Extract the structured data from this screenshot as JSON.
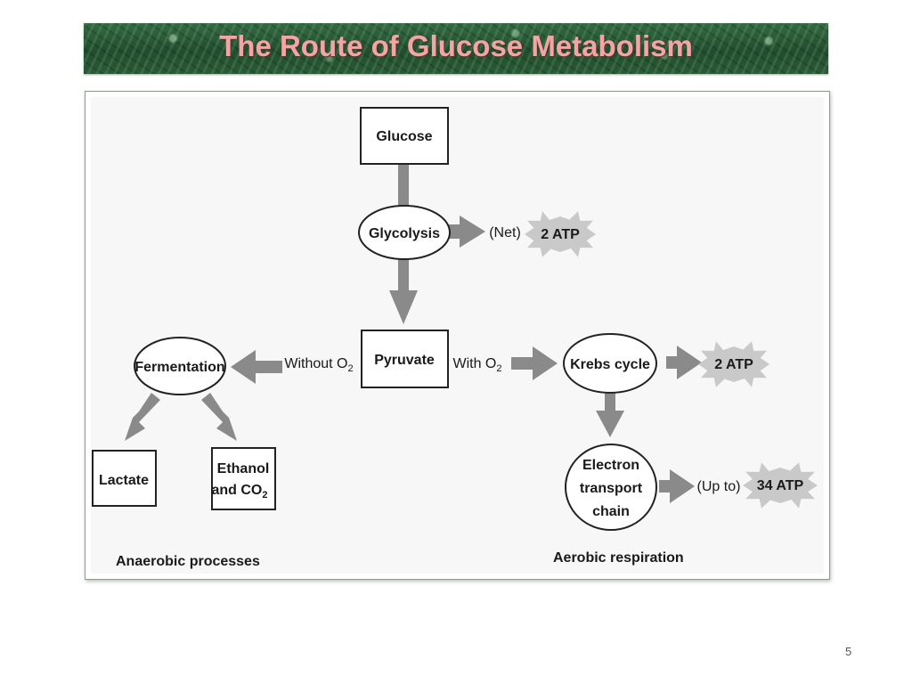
{
  "slide": {
    "title": "The Route of Glucose Metabolism",
    "page_number": "5"
  },
  "diagram": {
    "nodes": {
      "glucose": "Glucose",
      "glycolysis": "Glycolysis",
      "pyruvate": "Pyruvate",
      "fermentation": "Fermentation",
      "lactate": "Lactate",
      "ethanol_line1": "Ethanol",
      "ethanol_line2": "and CO",
      "krebs": "Krebs cycle",
      "etc_line1": "Electron",
      "etc_line2": "transport",
      "etc_line3": "chain"
    },
    "edges": {
      "glycolysis_qualifier": "(Net)",
      "without_o2": "Without O",
      "with_o2": "With O",
      "etc_qualifier": "(Up to)",
      "subscript_2": "2"
    },
    "atp_bursts": {
      "glycolysis": "2 ATP",
      "krebs": "2 ATP",
      "etc": "34 ATP"
    },
    "sections": {
      "anaerobic": "Anaerobic processes",
      "aerobic": "Aerobic respiration"
    },
    "colors": {
      "title_text": "#f2a6a3",
      "title_bar": "#2a5a36",
      "arrow": "#8a8a8a",
      "burst": "#c9c9c9"
    }
  }
}
